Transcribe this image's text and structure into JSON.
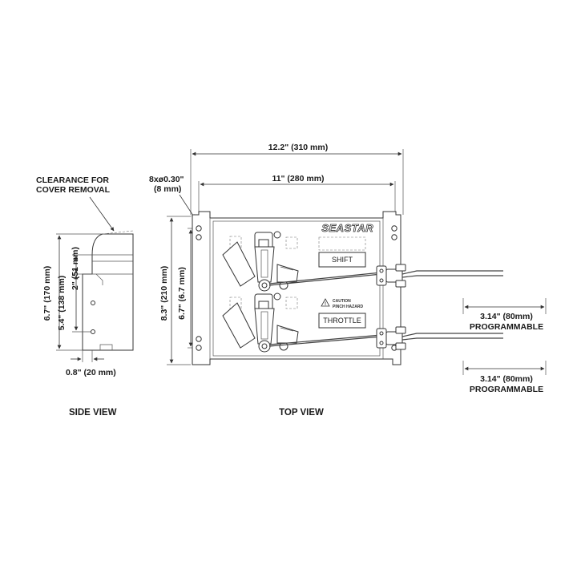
{
  "side_view": {
    "title": "SIDE VIEW",
    "clearance_label_line1": "CLEARANCE FOR",
    "clearance_label_line2": "COVER REMOVAL",
    "height_overall": "6.7\" (170 mm)",
    "height_mid": "5.4\" (138 mm)",
    "height_top": "2\" (51 mm)",
    "depth": "0.8\" (20 mm)"
  },
  "top_view": {
    "title": "TOP VIEW",
    "brand": "SEASTAR",
    "width_overall": "12.2\" (310 mm)",
    "width_holes": "11\" (280 mm)",
    "holes_line1": "8xø0.30\"",
    "holes_line2": "(8 mm)",
    "height_overall": "8.3\" (210 mm)",
    "height_holes": "6.7\" (6.7 mm)",
    "shift_label": "SHIFT",
    "throttle_label": "THROTTLE",
    "caution_line1": "CAUTION",
    "caution_line2": "PINCH HAZARD",
    "caution_symbol": "warning-triangle-icon"
  },
  "cable_dims": [
    {
      "value": "3.14\" (80mm)",
      "note": "PROGRAMMABLE"
    },
    {
      "value": "3.14\" (80mm)",
      "note": "PROGRAMMABLE"
    }
  ]
}
